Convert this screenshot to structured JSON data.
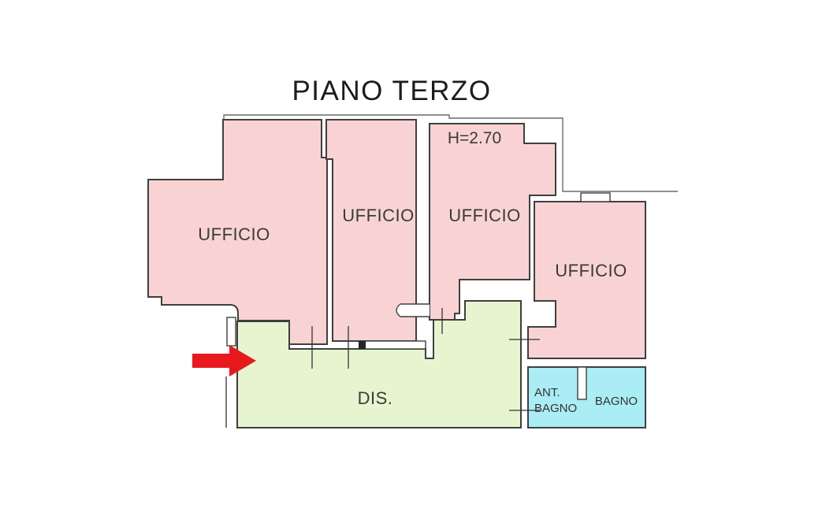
{
  "title": "PIANO TERZO",
  "colors": {
    "office_fill": "#f9d3d3",
    "corridor_fill": "#e6f5cf",
    "bath_fill": "#aaedf4",
    "arrow_fill": "#e8191e"
  },
  "rooms": {
    "ufficio_1": {
      "label": "UFFICIO"
    },
    "ufficio_2": {
      "label": "UFFICIO"
    },
    "ufficio_3": {
      "label": "UFFICIO",
      "height_note": "H=2.70"
    },
    "ufficio_4": {
      "label": "UFFICIO"
    },
    "dis": {
      "label": "DIS."
    },
    "ant_bagno": {
      "label_line1": "ANT.",
      "label_line2": "BAGNO"
    },
    "bagno": {
      "label": "BAGNO"
    }
  }
}
